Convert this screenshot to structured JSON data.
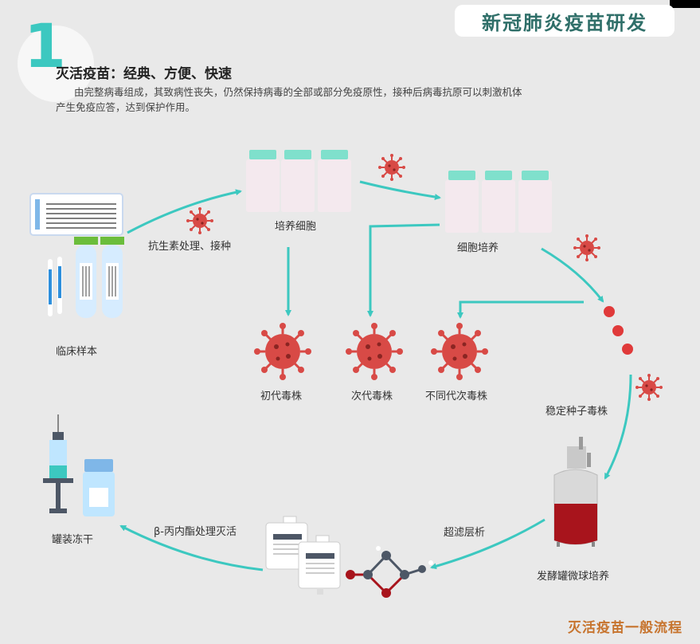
{
  "header": {
    "title": "新冠肺炎疫苗研发"
  },
  "step": {
    "number": "1",
    "heading": "灭活疫苗：经典、方便、快速",
    "description": "由完整病毒组成，其致病性丧失，仍然保持病毒的全部或部分免疫原性，接种后病毒抗原可以刺激机体产生免疫应答，达到保护作用。"
  },
  "labels": {
    "clinical_sample": "临床样本",
    "antibiotic": "抗生素处理、接种",
    "culture_cells": "培养细胞",
    "cell_culture": "细胞培养",
    "first_gen": "初代毒株",
    "second_gen": "次代毒株",
    "diff_gen": "不同代次毒株",
    "stable_seed": "稳定种子毒株",
    "fermenter": "发酵罐微球培养",
    "ultrafiltration": "超滤层析",
    "inactivation": "β-丙内酯处理灭活",
    "fill_freeze": "罐装冻干"
  },
  "footer": {
    "caption": "灭活疫苗一般流程"
  },
  "colors": {
    "teal": "#3cc8c0",
    "virus_red": "#d84a46",
    "tank_red": "#a8141c",
    "cell_pink": "#f4e9ee",
    "cap_mint": "#7fe0cc",
    "footer_orange": "#c7742e"
  }
}
